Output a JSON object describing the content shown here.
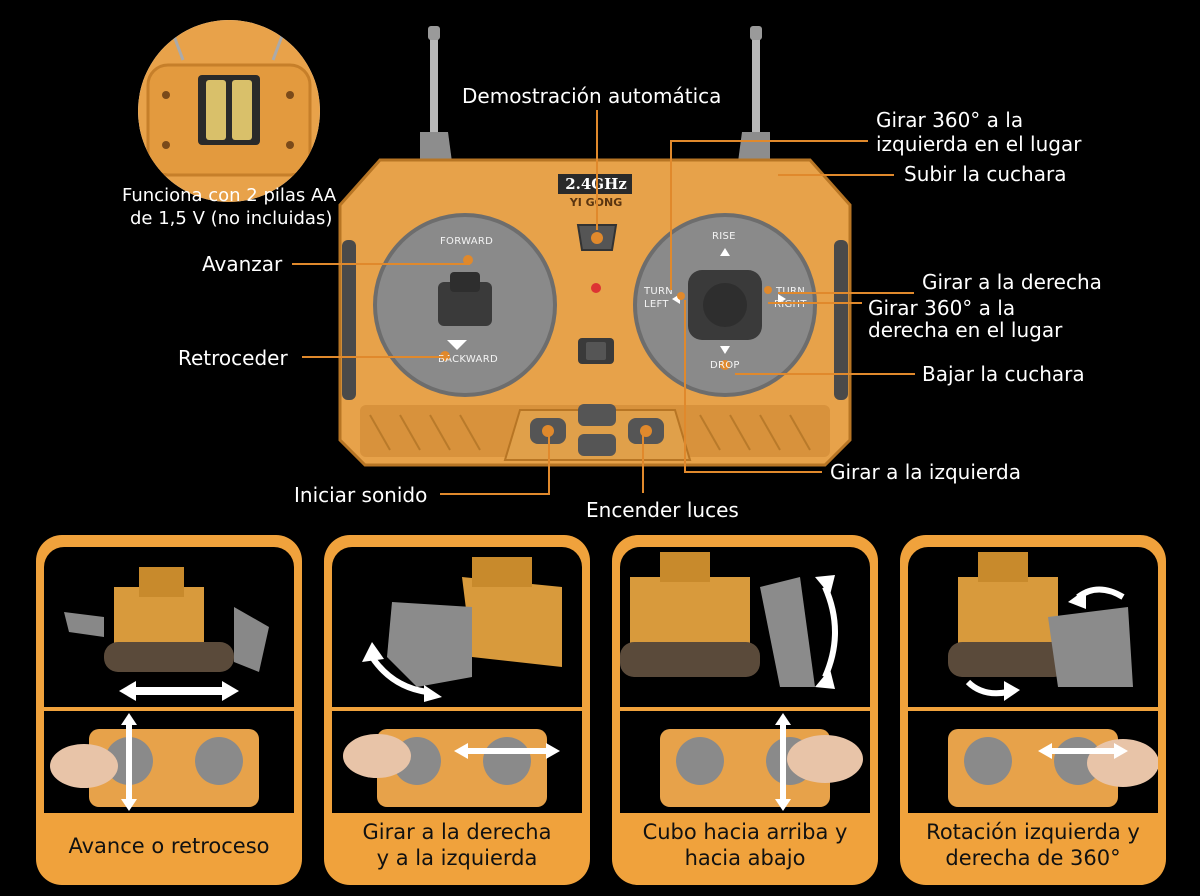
{
  "battery": {
    "caption_line1": "Funciona con 2 pilas AA",
    "caption_line2": "de 1,5 V (no incluidas)"
  },
  "remote": {
    "freq_label": "2.4GHz",
    "brand_label": "YI GONG",
    "left_stick": {
      "top": "FORWARD",
      "bottom": "BACKWARD"
    },
    "right_stick": {
      "top": "RISE",
      "bottom": "DROP",
      "left_1": "TURN",
      "left_2": "LEFT",
      "right_1": "TURN",
      "right_2": "RIGHT"
    }
  },
  "callouts": {
    "demo": "Demostración automática",
    "rotate_left_1": "Girar 360° a la",
    "rotate_left_2": "izquierda en el lugar",
    "raise": "Subir la cuchara",
    "forward": "Avanzar",
    "turn_right": "Girar a la derecha",
    "rotate_right_1": "Girar 360° a la",
    "rotate_right_2": "derecha en el lugar",
    "backward": "Retroceder",
    "lower": "Bajar la cuchara",
    "turn_left": "Girar a la izquierda",
    "sound": "Iniciar sonido",
    "lights": "Encender luces"
  },
  "panels": [
    {
      "line1": "Avance o retroceso",
      "line2": ""
    },
    {
      "line1": "Girar a la derecha",
      "line2": "y a la izquierda"
    },
    {
      "line1": "Cubo hacia arriba y",
      "line2": "hacia abajo"
    },
    {
      "line1": "Rotación izquierda y",
      "line2": "derecha de 360°"
    }
  ],
  "colors": {
    "accent": "#e0892c",
    "body": "#e7a24a",
    "panel": "#f0a23c",
    "dial": "#8a8a8a"
  }
}
